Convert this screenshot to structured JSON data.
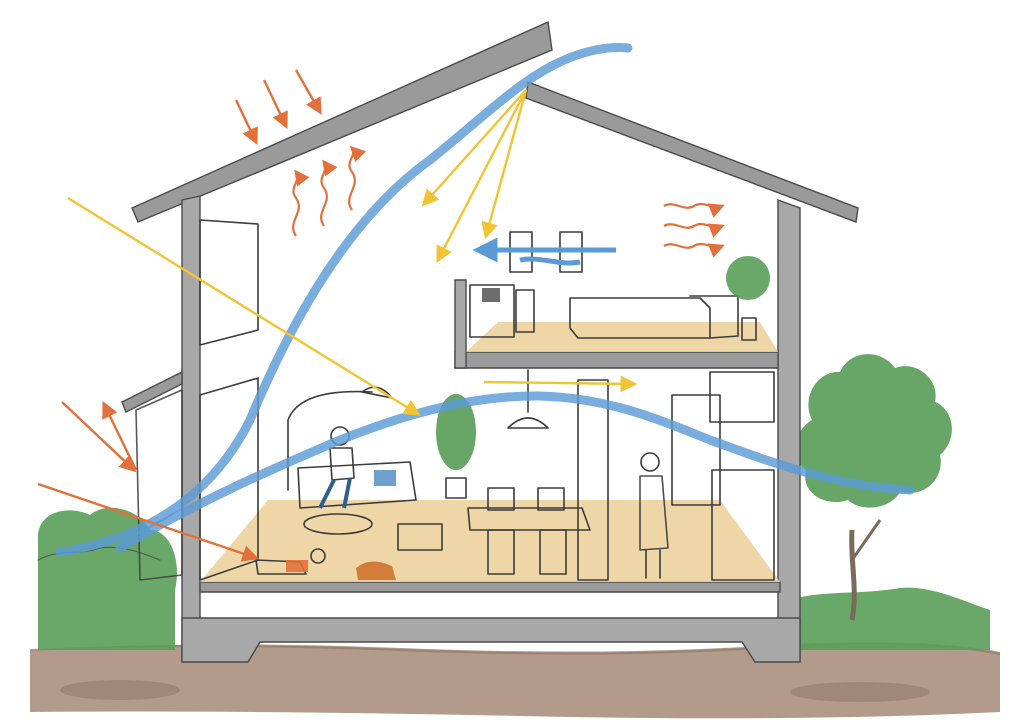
{
  "colors": {
    "wind_flow": "#5b9bd5",
    "sunlight": "#f2c335",
    "heat": "#e2703a",
    "foliage": "#5a9e5a",
    "concrete": "#9a9a9a",
    "floor_wood": "#edd29c",
    "soil": "#a48a76"
  },
  "icons": {
    "wind": "wavy-blue-band",
    "sun": "straight-yellow-arrow",
    "heat_in": "straight-orange-arrow",
    "heat_rising": "wavy-orange-arrow"
  }
}
